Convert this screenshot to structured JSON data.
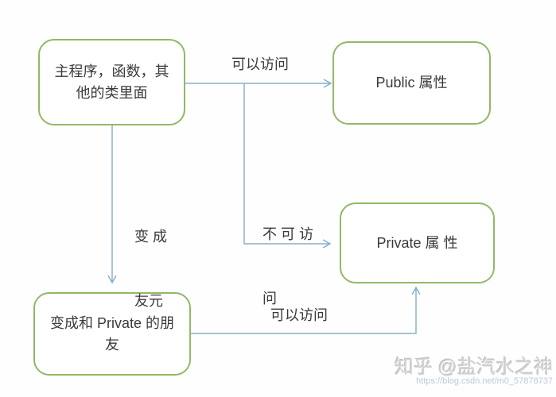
{
  "diagram": {
    "title_hint": "C++ access-control / friend relationship diagram",
    "nodes": {
      "caller": {
        "text": "主程序，函数，其他的类里面",
        "lines": [
          "主程序，函数，其",
          "他的类里面"
        ]
      },
      "public_attr": {
        "label": "Public 属性"
      },
      "private_attr": {
        "label": "Private 属 性"
      },
      "friend": {
        "text": "变成和 Private 的朋友",
        "lines": [
          "变成和 Private 的朋",
          "友"
        ]
      }
    },
    "edge_labels": {
      "caller_to_public": "可以访问",
      "caller_to_private": {
        "text": "不可访问",
        "lines": [
          "不 可 访",
          "问"
        ]
      },
      "caller_to_friend": {
        "text": "变成友元",
        "lines": [
          "变 成",
          "友元"
        ]
      },
      "friend_to_private": "可以访问"
    },
    "colors": {
      "node_border": "#92b865",
      "connector": "#85adc8",
      "text": "#3a3a3a"
    }
  },
  "watermark": {
    "author": "知乎 @盐汽水之神",
    "url": "https://blog.csdn.net/m0_57878737"
  }
}
